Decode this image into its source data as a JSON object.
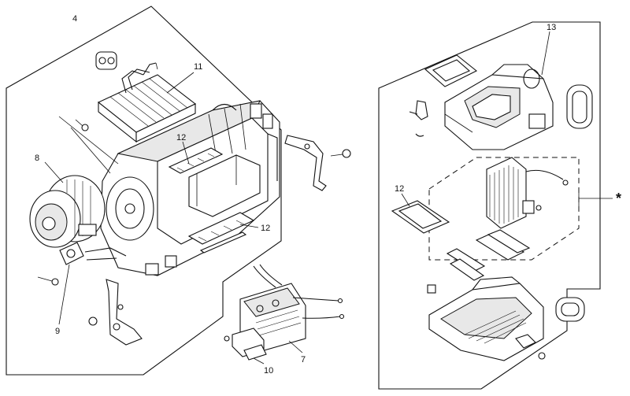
{
  "callouts": {
    "c4": "4",
    "c11": "11",
    "c12a": "12",
    "c8": "8",
    "c12b": "12",
    "c9": "9",
    "c7": "7",
    "c10": "10",
    "c13": "13",
    "c12c": "12",
    "star": "*"
  }
}
